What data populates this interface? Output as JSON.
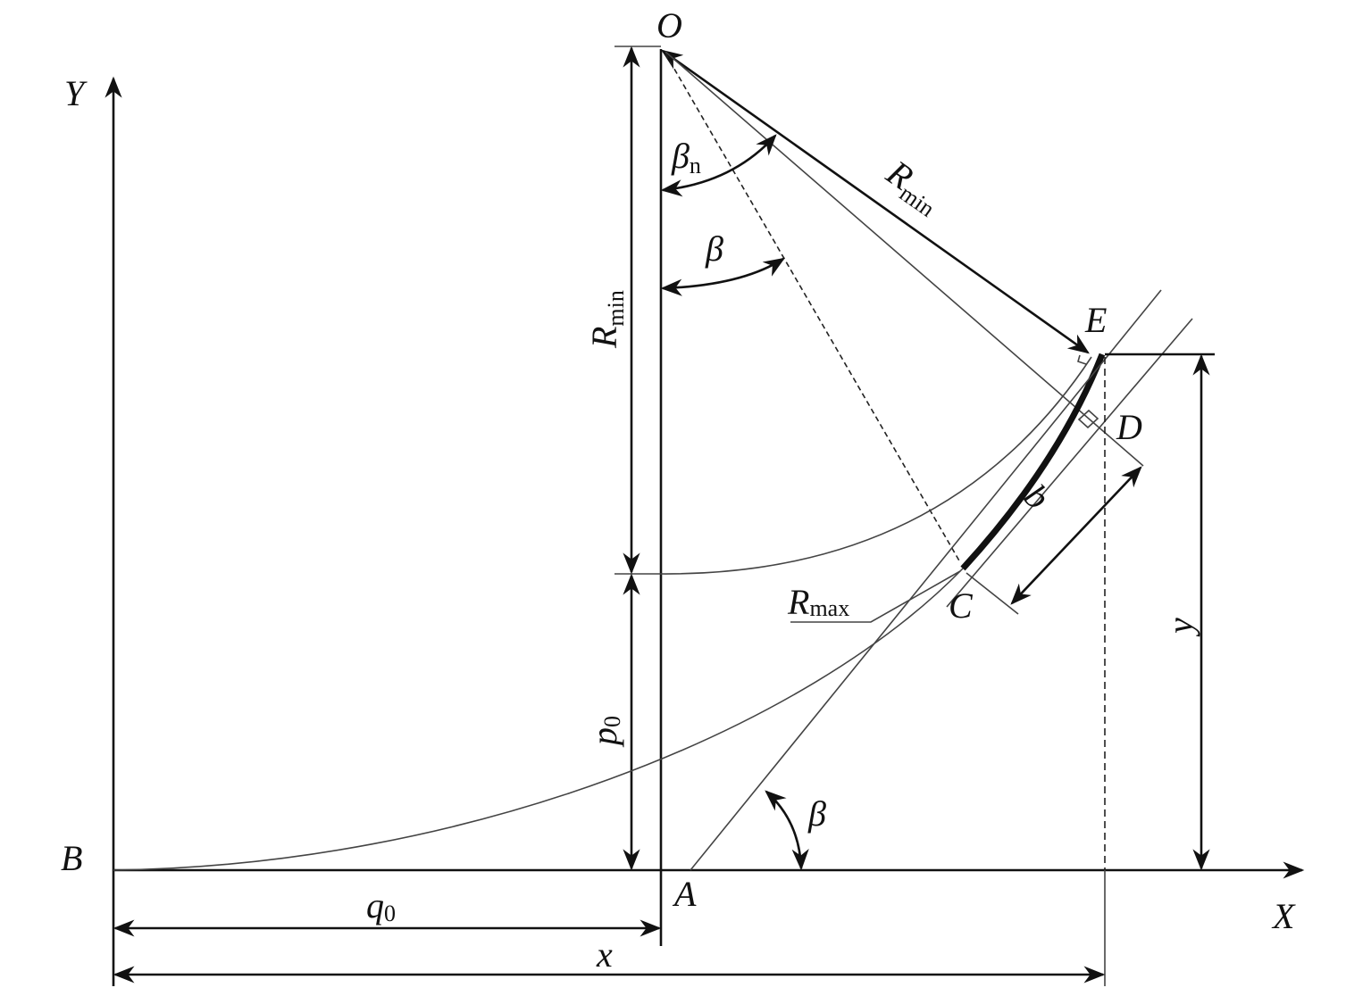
{
  "labels": {
    "O": "O",
    "Y": "Y",
    "B": "B",
    "A": "A",
    "X": "X",
    "E": "E",
    "D": "D",
    "C": "C",
    "q": "q",
    "y": "y",
    "x": "x",
    "q0": "q",
    "q0_sub": "0",
    "p0": "p",
    "p0_sub": "0",
    "R": "R",
    "min": "min",
    "max": "max",
    "beta": "β",
    "n": "n"
  }
}
